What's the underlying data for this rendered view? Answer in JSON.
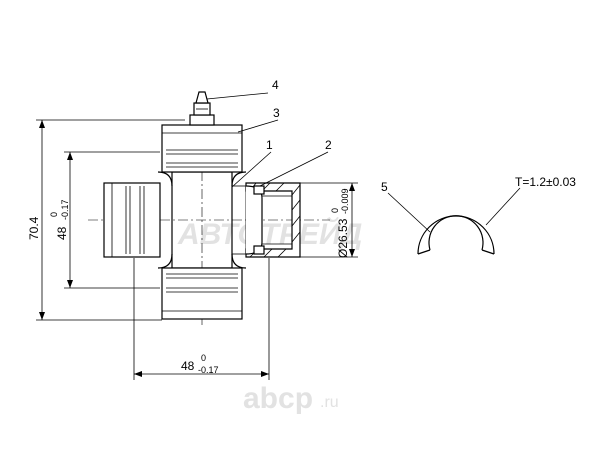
{
  "labels": {
    "part1": "1",
    "part2": "2",
    "part3": "3",
    "part4": "4",
    "part5": "5"
  },
  "dimensions": {
    "overall_height": "70.4",
    "body_height": "48",
    "body_height_upper": "0",
    "body_height_lower": "-0.17",
    "body_width": "48",
    "body_width_upper": "0",
    "body_width_lower": "-0.17",
    "cup_diameter": "Ø26.53",
    "cup_diameter_upper": "0",
    "cup_diameter_lower": "-0.009",
    "ring_thickness": "T=1.2±0.03"
  },
  "watermark": {
    "text": "АВТОТРЕЙД",
    "logo": "abcp",
    "logo_suffix": ".ru"
  }
}
